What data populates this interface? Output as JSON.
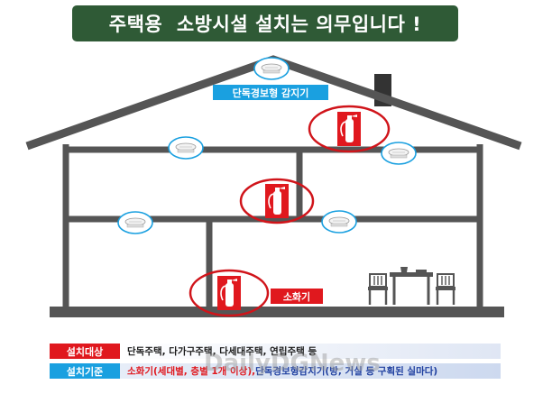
{
  "title": "주택용  소방시설 설치는 의무입니다 !",
  "labels": {
    "smoke_detector": "단독경보형 감지기",
    "extinguisher": "소화기"
  },
  "info": {
    "target_tag": "설치대상",
    "target_text": "단독주택, 다가구주택, 다세대주택, 연립주택 등",
    "standard_tag": "설치기준",
    "standard_extinguisher": "소화기(세대별, 층별 1개 이상), ",
    "standard_detector": "단독경보형감지기(방, 거실 등 구획된 실마다)"
  },
  "watermark": "DailyDGNews",
  "colors": {
    "banner": "#2f5a36",
    "house_line": "#555555",
    "accent_red": "#e0181e",
    "accent_blue": "#1aa0e0"
  },
  "icons": {
    "smoke_detector": "smoke-detector-icon",
    "extinguisher": "fire-extinguisher-icon",
    "table": "table-icon",
    "chair": "chair-icon"
  }
}
